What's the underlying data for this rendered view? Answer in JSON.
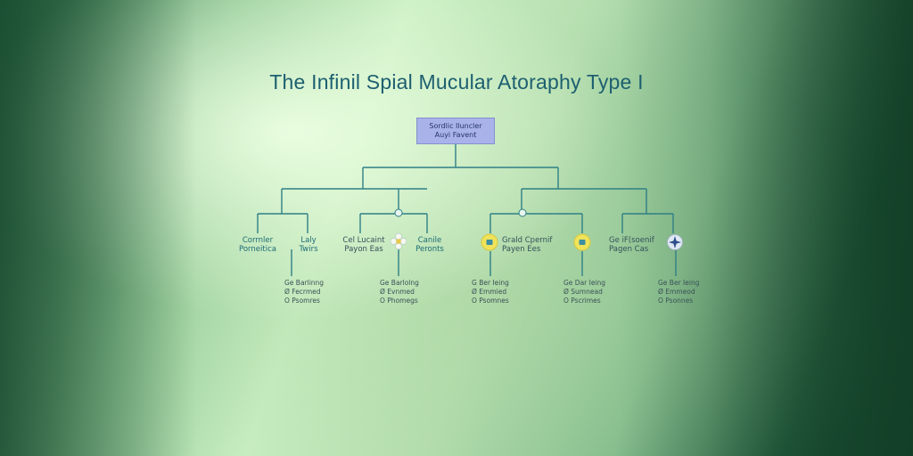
{
  "title": "The Infinil Spial Mucular Atoraphy Type I",
  "root": {
    "line1": "Sordlic Iluncler",
    "line2": "Auyi Favent"
  },
  "branches": [
    {
      "line1": "Corrnler",
      "line2": "Porneitica"
    },
    {
      "line1": "Laly",
      "line2": "Twirs"
    },
    {
      "line1": "Cel Lucaint",
      "line2": "Payon Eas"
    },
    {
      "line1": "Canile",
      "line2": "Peronts"
    },
    {
      "line1": "Grald Cpernif",
      "line2": "Payen Ees"
    },
    {
      "line1": "Ge iF(soenif",
      "line2": "Pagen Cas"
    }
  ],
  "leaves": [
    {
      "lines": [
        "Ge Barlinng",
        "Ø Fecrmed",
        "O Psomres"
      ]
    },
    {
      "lines": [
        "Ge Barlolng",
        "Ø Evnmed",
        "O Phomegs"
      ]
    },
    {
      "lines": [
        "G Ber Ieing",
        "Ø Emmied",
        "O Psomnes"
      ]
    },
    {
      "lines": [
        "Ge Dar Ieing",
        "Ø Sumnead",
        "O Pscrimes"
      ]
    },
    {
      "lines": [
        "Ge Ber Ieing",
        "Ø Emmeod",
        "O Psonnes"
      ]
    }
  ],
  "colors": {
    "line": "#2f7f86",
    "node_fill": "#a9b3ea",
    "yellow_icon": "#efe35a",
    "accent": "#1d5f70"
  },
  "icons": [
    "flower-icon",
    "yellow-circle-icon",
    "yellow-circle-icon",
    "star-icon",
    "small-circle-icon",
    "small-circle-icon"
  ]
}
